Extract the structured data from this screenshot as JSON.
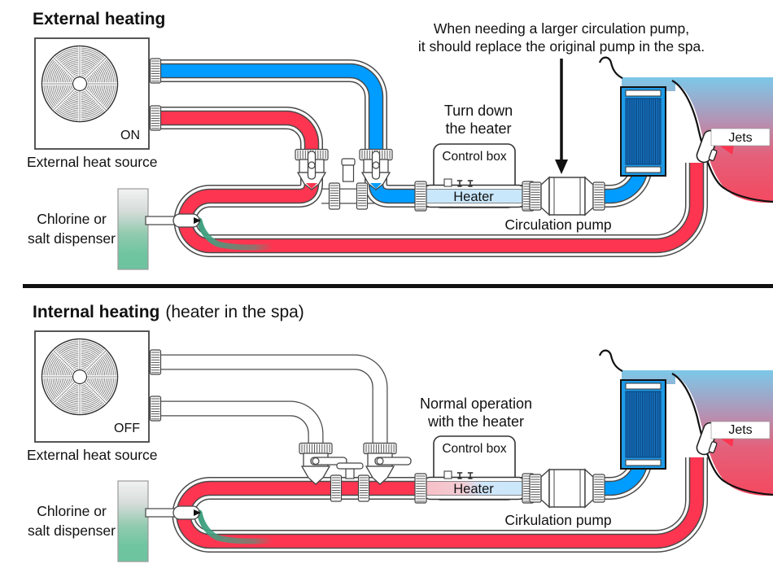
{
  "palette": {
    "hot": "#FD3550",
    "cold": "#009CFF",
    "outline": "#4a4a4a",
    "filter_fill": "#1E9BE8",
    "filter_inner": "#1878C8",
    "filter_stripe": "#0A3F75",
    "heater_cold": "#C9E7FB",
    "heater_hot": "#F7BFC7",
    "water_top": "#7CC8E9",
    "water_bottom": "#F4495F",
    "dispenser_green": "#6CC49E",
    "trail_green": "#3FA080"
  },
  "sections": {
    "top": {
      "title": "External heating",
      "annotation_line1": "When needing a larger circulation pump,",
      "annotation_line2": "it should replace the original pump in the spa.",
      "note_line1": "Turn down",
      "note_line2": "the heater",
      "control_box_label": "Control box",
      "heater_label": "Heater",
      "pump_label": "Circulation pump",
      "heat_source_status": "ON",
      "heat_source_caption": "External heat source",
      "dispenser_line1": "Chlorine or",
      "dispenser_line2": "salt dispenser",
      "jets_label": "Jets"
    },
    "bottom": {
      "title_bold": "Internal heating",
      "title_rest": "(heater in the spa)",
      "note_line1": "Normal operation",
      "note_line2": "with the heater",
      "control_box_label": "Control box",
      "heater_label": "Heater",
      "pump_label": "Cirkulation pump",
      "heat_source_status": "OFF",
      "heat_source_caption": "External heat source",
      "dispenser_line1": "Chlorine or",
      "dispenser_line2": "salt dispenser",
      "jets_label": "Jets"
    }
  }
}
